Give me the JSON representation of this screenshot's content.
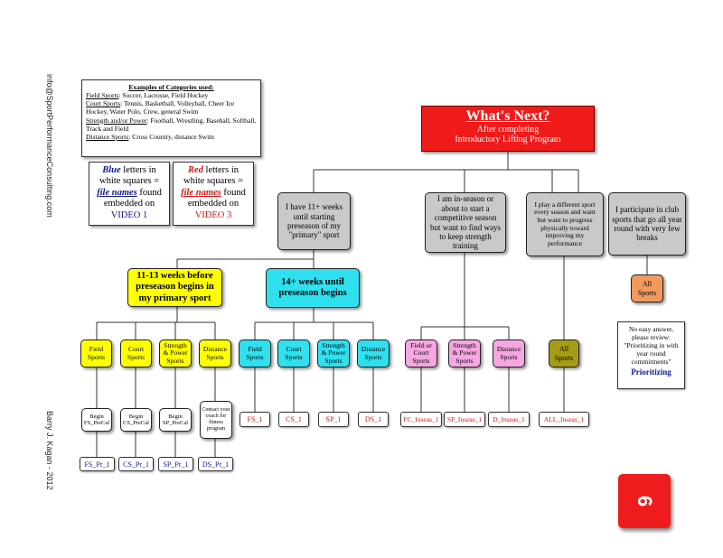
{
  "side": {
    "email": "info@SportPerformanceConsulting.com",
    "author": "Barry J. Kagan - 2012"
  },
  "examples": {
    "title": "Examples of Categories used:",
    "rows": [
      {
        "key": "Field Sports",
        "text": ": Soccer, Lacrosse, Field Hockey"
      },
      {
        "key": "Court Sports",
        "text": ": Tennis, Basketball, Volleyball, Cheer Ice Hockey, Water Polo, Crew, general Swim"
      },
      {
        "key": "Strength and/or Power",
        "text": ": Football, Wrestling, Baseball, Softball, Track and Field"
      },
      {
        "key": "Distance Sports",
        "text": ": Cross Country, distance Swim"
      }
    ]
  },
  "legend_blue": {
    "color_word": "Blue",
    "line1": " letters in",
    "line2": "white squares =",
    "file_names": "file names",
    "found": " found",
    "embedded": "embedded on",
    "video": "VIDEO 1"
  },
  "legend_red": {
    "color_word": "Red",
    "line1": " letters in",
    "line2": "white squares =",
    "file_names": "file names",
    "found": " found",
    "embedded": "embedded on",
    "video": "VIDEO 3"
  },
  "root": {
    "title": "What's Next?",
    "subtitle1": "After completing",
    "subtitle2": "Introductory Lifting Program"
  },
  "questions": [
    {
      "text": "I have 11+ weeks until starting preseason of my \"primary\" sport"
    },
    {
      "text": "I am in-season or about to start a competitive season but want to find ways to keep strength training"
    },
    {
      "text": "I play a different sport every season and want but want to progress physically toward improving my performance"
    },
    {
      "text": "I participate in club sports that go all year round with very few breaks"
    }
  ],
  "timing": [
    {
      "text": "11-13 weeks before preseason begins in my primary sport"
    },
    {
      "text": "14+ weeks until preseason begins"
    }
  ],
  "yellow_cats": [
    "Field Sports",
    "Court Sports",
    "Strength & Power Sports",
    "Distance Sports"
  ],
  "cyan_cats": [
    "Field Sports",
    "Court Sports",
    "Strength & Power Sports",
    "Distance Sports"
  ],
  "pink_cats": [
    "Field or Court Sports",
    "Strength & Power Sports",
    "Distance Sports"
  ],
  "olive_cat": "All Sports",
  "orange_cat": "All Sports",
  "precal": [
    {
      "line1": "Begin",
      "line2": "FS_PreCal"
    },
    {
      "line1": "Begin",
      "line2": "CS_PreCal"
    },
    {
      "line1": "Begin",
      "line2": "SP_PreCal"
    },
    {
      "line1": "Contact your coach for fitness program",
      "line2": ""
    }
  ],
  "pr_files": [
    "FS_Pr_1",
    "CS_Pr_1",
    "SP_Pr_1",
    "DS_Pr_1"
  ],
  "cyan_files": [
    "FS_1",
    "CS_1",
    "SP_1",
    "DS_1"
  ],
  "pink_files": [
    "FC_Inseas_1",
    "SP_Inseas_1",
    "D_Inseas_1"
  ],
  "olive_file": "ALL_Inseas_1",
  "note": {
    "text": "No easy answer, please review: \"Prioritizing in with year round commitments\"",
    "link": "Prioritizing"
  },
  "page_number": "6",
  "colors": {
    "root": "#ef1b1b",
    "question": "#c9c9c9",
    "yellow": "#ffff00",
    "cyan": "#2fe0ef",
    "pink": "#f6a6e1",
    "olive": "#a59d15",
    "orange": "#f2995e",
    "red_file": "#d11818",
    "blue_file": "#0e1a8a"
  }
}
